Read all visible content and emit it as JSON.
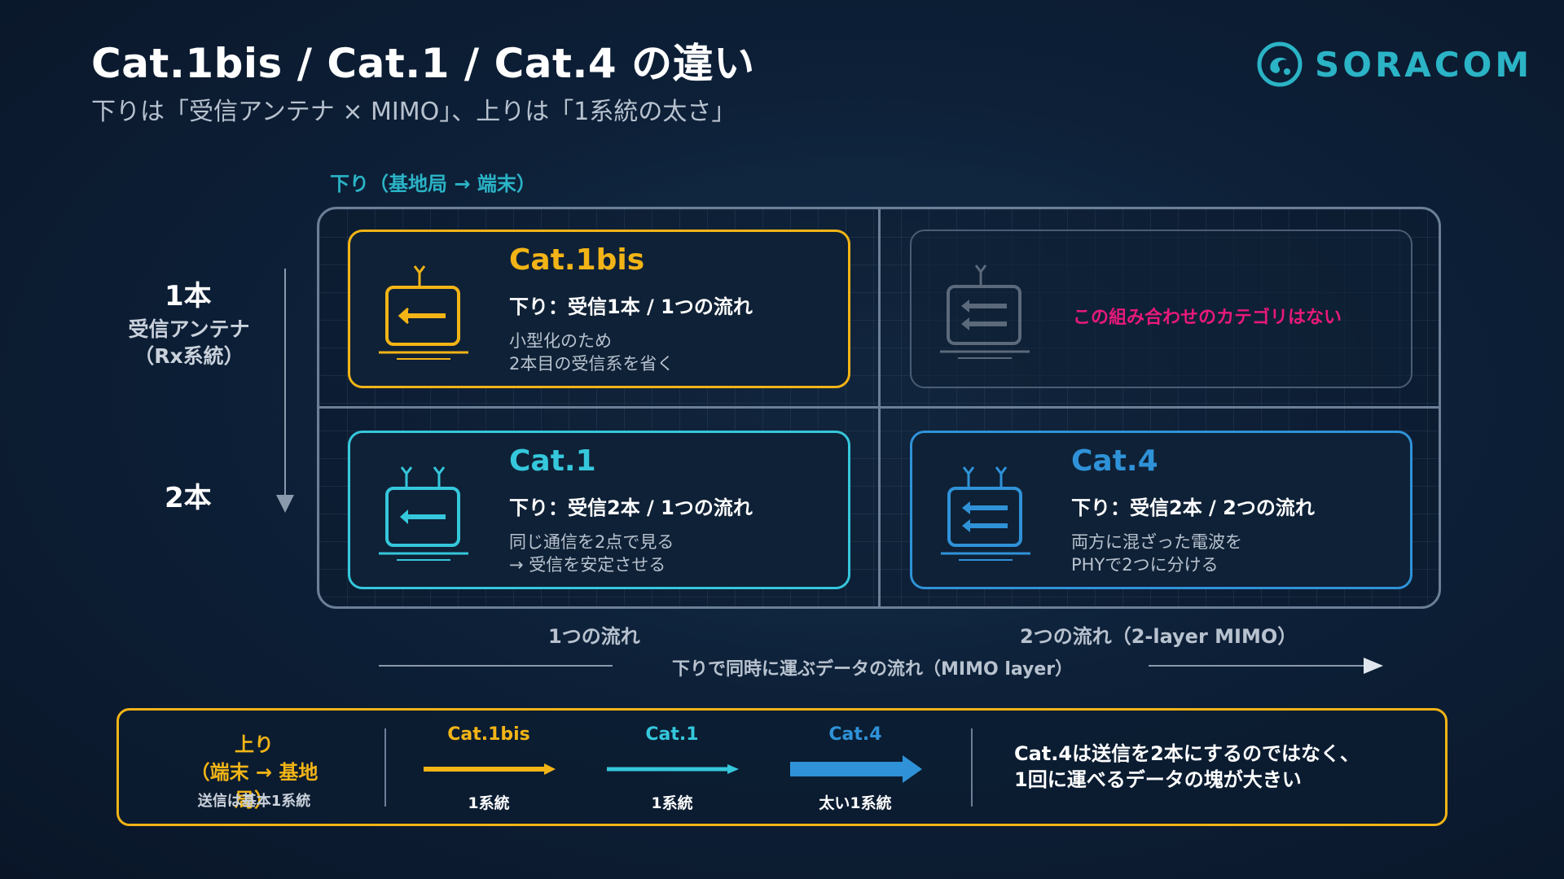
{
  "header": {
    "title": "Cat.1bis / Cat.1 / Cat.4 の違い",
    "subtitle": "下りは「受信アンテナ × MIMO」、上りは「1系統の太さ」"
  },
  "logo": {
    "text": "SORACOM",
    "icon": "soracom-logo-icon",
    "color": "#2bb3c6"
  },
  "downlink": {
    "label": "下り（基地局 → 端末）",
    "rows": {
      "one": "1本",
      "two": "2本",
      "label": "受信アンテナ\n（Rx系統）"
    },
    "cells": {
      "cat1bis": {
        "title": "Cat.1bis",
        "line": "下り：受信1本 / 1つの流れ",
        "desc": "小型化のため\n2本目の受信系を省く",
        "color": "#f2b416"
      },
      "none": {
        "text": "この組み合わせのカテゴリはない",
        "color": "#e8197a"
      },
      "cat1": {
        "title": "Cat.1",
        "line": "下り：受信2本 / 1つの流れ",
        "desc": "同じ通信を2点で見る\n→ 受信を安定させる",
        "color": "#35c7dc"
      },
      "cat4": {
        "title": "Cat.4",
        "line": "下り：受信2本 / 2つの流れ",
        "desc": "両方に混ざった電波を\nPHYで2つに分ける",
        "color": "#2f92d8"
      }
    },
    "columns": {
      "one": "1つの流れ",
      "two": "2つの流れ（2-layer MIMO）"
    },
    "axis": "下りで同時に運ぶデータの流れ（MIMO layer）"
  },
  "uplink": {
    "title": "上り\n（端末 → 基地局）",
    "sub": "送信は基本1系統",
    "items": [
      {
        "name": "Cat.1bis",
        "value": "1系統",
        "color": "#f2b416"
      },
      {
        "name": "Cat.1",
        "value": "1系統",
        "color": "#35c7dc"
      },
      {
        "name": "Cat.4",
        "value": "太い1系統",
        "color": "#2f92d8"
      }
    ],
    "note": "Cat.4は送信を2本にするのではなく、\n1回に運べるデータの塊が大きい"
  }
}
